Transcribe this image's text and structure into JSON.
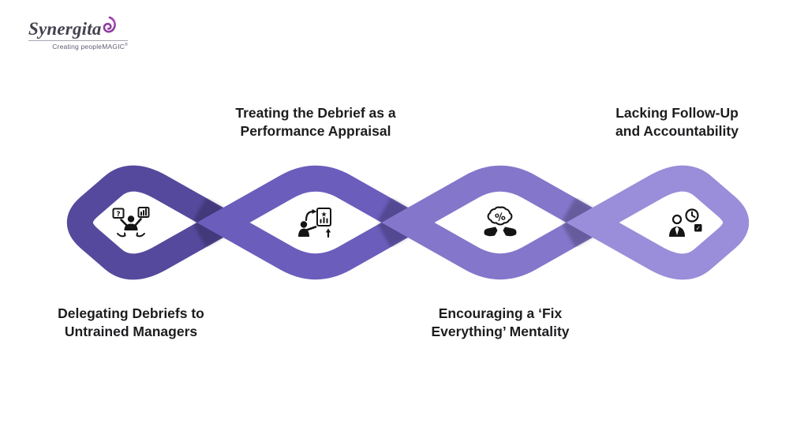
{
  "page": {
    "background": "#ffffff"
  },
  "logo": {
    "name": "Synergita",
    "tagline": "Creating peopleMAGIC",
    "tagline_mark": "®",
    "swirl_color": "#8f3f9f",
    "swirl_color_light": "#b14cc0",
    "text_color": "#45424f"
  },
  "diagram": {
    "ribbon_colors": [
      "#55499d",
      "#6b5dbc",
      "#8476ca",
      "#9a8dd9"
    ],
    "icon_color": "#141414",
    "label_color": "#1d1d1f",
    "steps": [
      {
        "id": 1,
        "icon": "untrained-managers-icon",
        "label_position": "bottom",
        "label_lines": [
          "Delegating Debriefs to",
          "Untrained Managers"
        ]
      },
      {
        "id": 2,
        "icon": "performance-appraisal-icon",
        "label_position": "top",
        "label_lines": [
          "Treating the Debrief as a",
          "Performance Appraisal"
        ]
      },
      {
        "id": 3,
        "icon": "fix-everything-icon",
        "label_position": "bottom",
        "label_lines": [
          "Encouraging a ‘Fix",
          "Everything’ Mentality"
        ]
      },
      {
        "id": 4,
        "icon": "follow-up-accountability-icon",
        "label_position": "top",
        "label_lines": [
          "Lacking Follow-Up",
          "and Accountability"
        ]
      }
    ],
    "icon_glyphs": {
      "question": "?",
      "star": "★",
      "percent": "%",
      "check": "✓"
    }
  }
}
